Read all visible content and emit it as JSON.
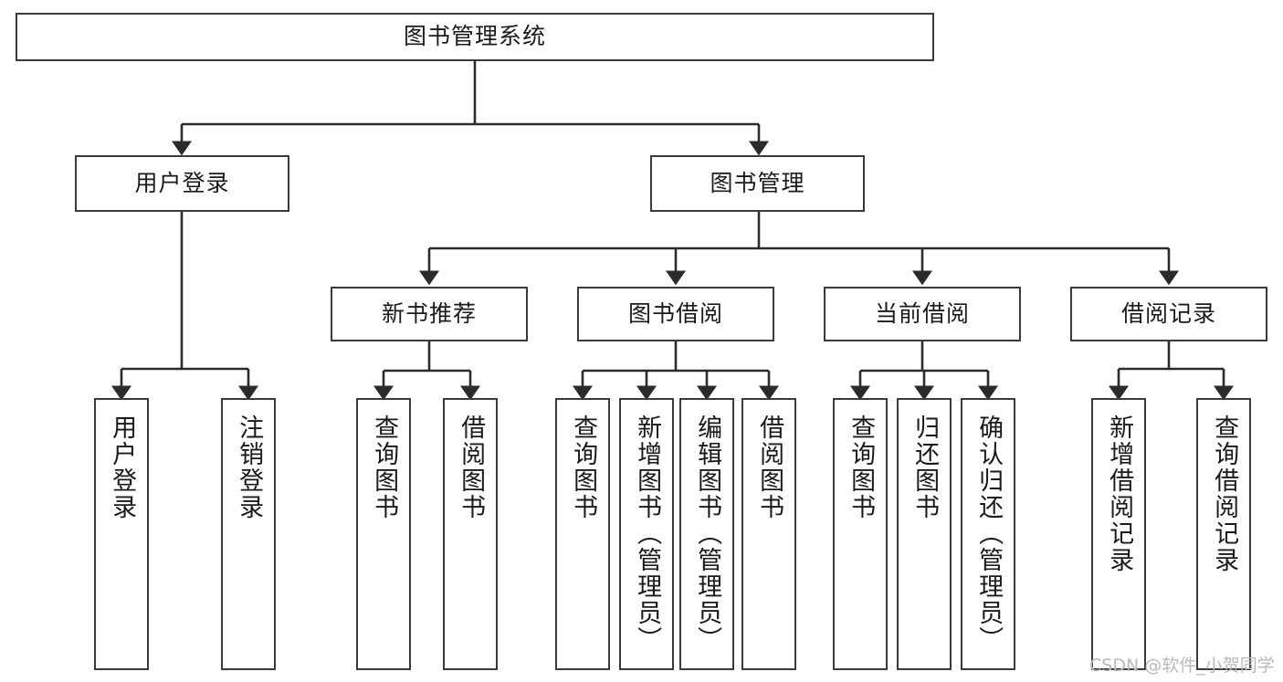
{
  "diagram": {
    "title": "图书管理系统",
    "type": "tree",
    "colors": {
      "box_border": "#3a3a3a",
      "box_fill": "#ffffff",
      "connector": "#2b2b2b",
      "text": "#1a1a1a",
      "watermark": "#b9b9b9",
      "background": "#ffffff"
    },
    "watermark": "CSDN @软件_小贺同学",
    "nodes": {
      "root": {
        "label": "图书管理系统"
      },
      "level2": [
        {
          "id": "user-login",
          "label": "用户登录"
        },
        {
          "id": "book-manage",
          "label": "图书管理"
        }
      ],
      "level3": [
        {
          "id": "new-book-recommend",
          "label": "新书推荐"
        },
        {
          "id": "book-borrow",
          "label": "图书借阅"
        },
        {
          "id": "current-borrow",
          "label": "当前借阅"
        },
        {
          "id": "borrow-record",
          "label": "借阅记录"
        }
      ],
      "leaves": [
        {
          "id": "leaf-user-login",
          "label": "用户登录",
          "parent": "user-login"
        },
        {
          "id": "leaf-logout-login",
          "label": "注销登录",
          "parent": "user-login"
        },
        {
          "id": "leaf-query-book-1",
          "label": "查询图书",
          "parent": "new-book-recommend"
        },
        {
          "id": "leaf-borrow-book-1",
          "label": "借阅图书",
          "parent": "new-book-recommend"
        },
        {
          "id": "leaf-query-book-2",
          "label": "查询图书",
          "parent": "book-borrow"
        },
        {
          "id": "leaf-add-book",
          "label": "新增图书（管理员）",
          "parent": "book-borrow"
        },
        {
          "id": "leaf-edit-book",
          "label": "编辑图书（管理员）",
          "parent": "book-borrow"
        },
        {
          "id": "leaf-borrow-book-2",
          "label": "借阅图书",
          "parent": "book-borrow"
        },
        {
          "id": "leaf-query-book-3",
          "label": "查询图书",
          "parent": "current-borrow"
        },
        {
          "id": "leaf-return-book",
          "label": "归还图书",
          "parent": "current-borrow"
        },
        {
          "id": "leaf-confirm-return",
          "label": "确认归还（管理员）",
          "parent": "current-borrow"
        },
        {
          "id": "leaf-add-record",
          "label": "新增借阅记录",
          "parent": "borrow-record"
        },
        {
          "id": "leaf-query-record",
          "label": "查询借阅记录",
          "parent": "borrow-record"
        }
      ]
    }
  }
}
